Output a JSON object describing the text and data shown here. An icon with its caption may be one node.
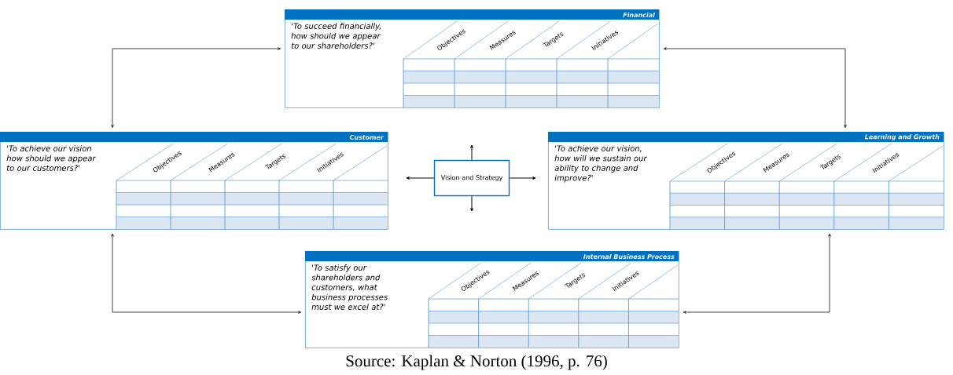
{
  "diagram": {
    "caption": "Source: Kaplan & Norton (1996, p. 76)",
    "nodes": [
      {
        "text": [
          "Financial",
          "'To succeed financially, how should we appear to our shareholders?'",
          "Objectives",
          "Measures",
          "Targets",
          "Initiatives"
        ]
      },
      {
        "text": [
          "Customer",
          "'To achieve our vision how should we appear to our customers?'",
          "Objectives",
          "Measures",
          "Targets",
          "Initiatives"
        ]
      },
      {
        "text": [
          "Vision and Strategy"
        ]
      },
      {
        "text": [
          "Learning and Growth",
          "'To achieve our vision, how will we sustain our ability to change and improve?'",
          "Objectives",
          "Measures",
          "Targets",
          "Initiatives"
        ]
      },
      {
        "text": [
          "Internal Business Process",
          "'To satisfy our shareholders and customers, what business processes must we excel at?'",
          "Objectives",
          "Measures",
          "Targets",
          "Initiatives"
        ]
      }
    ],
    "edges": [
      {
        "from": 1,
        "to": 0,
        "arrow": "both"
      },
      {
        "from": 0,
        "to": 3,
        "arrow": "both"
      },
      {
        "from": 1,
        "to": 4,
        "arrow": "both"
      },
      {
        "from": 4,
        "to": 3,
        "arrow": "both"
      },
      {
        "from": 2,
        "to": null,
        "arrow": "to"
      },
      {
        "from": 2,
        "to": null,
        "arrow": "to"
      },
      {
        "from": 2,
        "to": null,
        "arrow": "to"
      },
      {
        "from": 2,
        "to": null,
        "arrow": "to"
      }
    ]
  }
}
